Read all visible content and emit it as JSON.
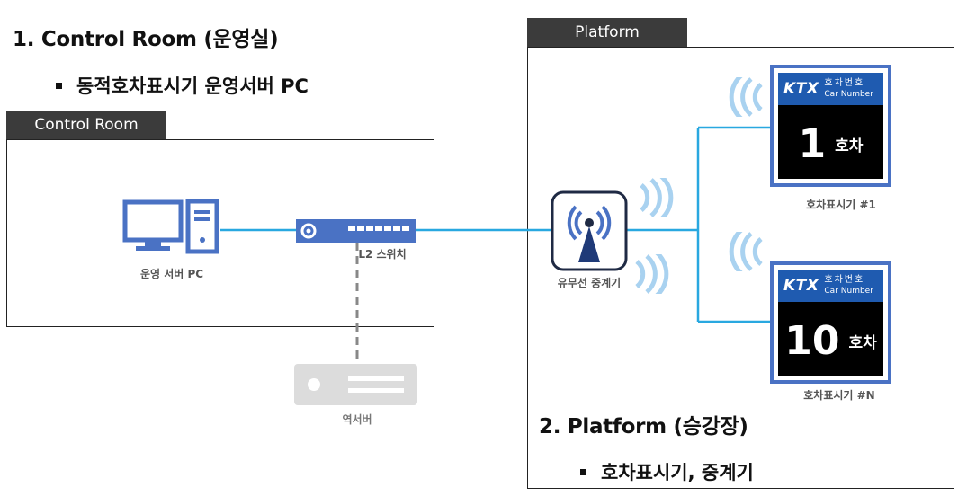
{
  "heading1": "1. Control Room (운영실)",
  "bullet1": "동적호차표시기 운영서버 PC",
  "heading2": "2. Platform (승강장)",
  "bullet2": "호차표시기, 중계기",
  "control_room": {
    "tab": "Control Room",
    "server_pc_label": "운영 서버 PC",
    "switch_label": "L2 스위치",
    "station_server_label": "역서버"
  },
  "platform": {
    "tab": "Platform",
    "repeater_label": "유무선 중계기",
    "signs": [
      {
        "brand": "KTX",
        "title_ko": "호차번호",
        "title_en": "Car Number",
        "number": "1",
        "unit": "호차",
        "caption": "호차표시기 #1"
      },
      {
        "brand": "KTX",
        "title_ko": "호차번호",
        "title_en": "Car Number",
        "number": "10",
        "unit": "호차",
        "caption": "호차표시기 #N"
      }
    ]
  },
  "colors": {
    "link": "#29a8e0",
    "device_blue": "#4a72c4",
    "sign_header": "#1f5bb0",
    "wave": "#a9d2f0",
    "station_server": "#dcdcdc"
  },
  "icons": [
    "monitor-icon",
    "tower-icon",
    "switch-icon",
    "antenna-icon",
    "wireless-wave-icon",
    "server-icon"
  ]
}
